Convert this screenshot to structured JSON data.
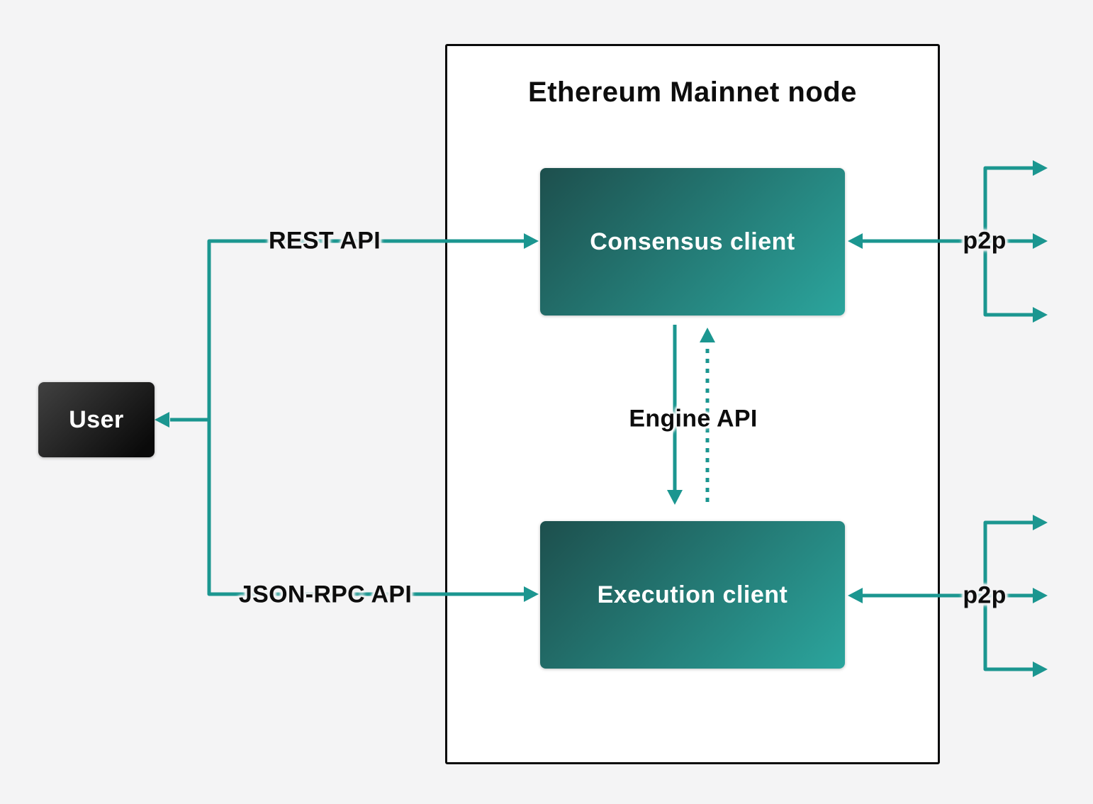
{
  "diagram": {
    "node_box_title": "Ethereum Mainnet node",
    "user_label": "User",
    "consensus_client_label": "Consensus client",
    "execution_client_label": "Execution client",
    "rest_api_label": "REST API",
    "jsonrpc_api_label": "JSON-RPC API",
    "engine_api_label": "Engine API",
    "p2p_top_label": "p2p",
    "p2p_bottom_label": "p2p"
  },
  "colors": {
    "page_background": "#f4f4f5",
    "node_box_background": "#ffffff",
    "node_box_border": "#0a0a0a",
    "accent_teal": "#1b9690",
    "client_gradient_start": "#1d4f4d",
    "client_gradient_end": "#2ba59d",
    "user_gradient_start": "#414141",
    "user_gradient_end": "#0a0a0a",
    "label_text": "#0d0d0d",
    "client_label_text": "#ffffff"
  }
}
